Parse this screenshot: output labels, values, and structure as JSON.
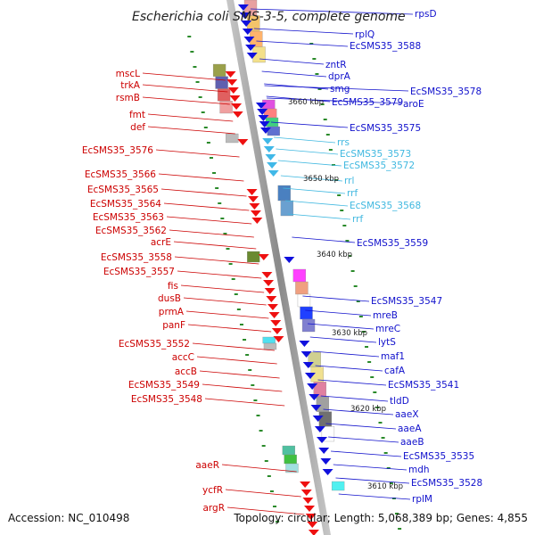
{
  "title": "Escherichia coli SMS-3-5, complete genome",
  "footer": {
    "accession": "Accession: NC_010498",
    "topology": "Topology: circular; Length: 5,068,389 bp; Genes: 4,855"
  },
  "colors": {
    "forward_label": "#1010cc",
    "reverse_label": "#cc0000",
    "rna_label": "#40b8e0",
    "backbone": "#909090",
    "tick": "#2a8a2a"
  },
  "scale_ticks": [
    "3660 kbp",
    "3650 kbp",
    "3640 kbp",
    "3630 kbp",
    "3620 kbp",
    "3610 kbp"
  ],
  "left_labels": [
    "mscL",
    "trkA",
    "rsmB",
    "fmt",
    "def",
    "EcSMS35_3576",
    "EcSMS35_3566",
    "EcSMS35_3565",
    "EcSMS35_3564",
    "EcSMS35_3563",
    "EcSMS35_3562",
    "acrE",
    "EcSMS35_3558",
    "EcSMS35_3557",
    "fis",
    "dusB",
    "prmA",
    "panF",
    "EcSMS35_3552",
    "accC",
    "accB",
    "EcSMS35_3549",
    "EcSMS35_3548",
    "aaeR",
    "ycfR",
    "argR"
  ],
  "right_labels": [
    "rpsD",
    "rplQ",
    "EcSMS35_3588",
    "zntR",
    "dprA",
    "smg",
    "EcSMS35_3579",
    "EcSMS35_3578",
    "aroE",
    "EcSMS35_3575",
    "rrs",
    "EcSMS35_3573",
    "EcSMS35_3572",
    "rrl",
    "rrf",
    "EcSMS35_3568",
    "rrf",
    "EcSMS35_3559",
    "EcSMS35_3547",
    "mreB",
    "mreC",
    "lytS",
    "maf1",
    "cafA",
    "EcSMS35_3541",
    "tldD",
    "aaeX",
    "aaeA",
    "aaeB",
    "EcSMS35_3535",
    "mdh",
    "EcSMS35_3528",
    "rplM"
  ]
}
